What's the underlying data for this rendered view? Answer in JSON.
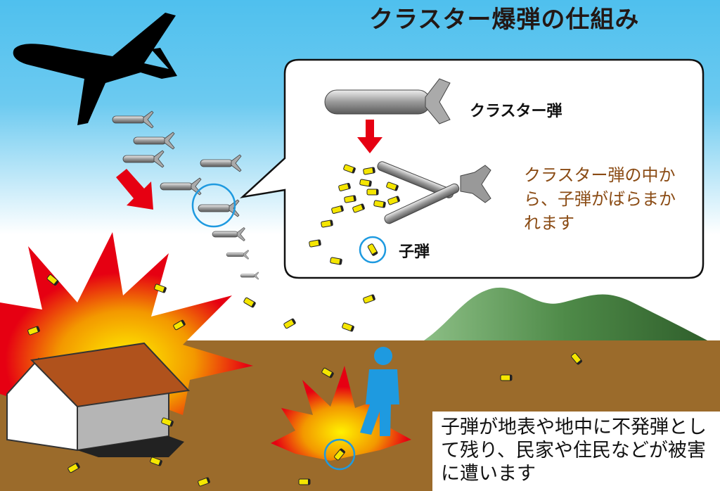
{
  "title": "クラスター爆弾の仕組み",
  "callout": {
    "bomb_label": "クラスター弾",
    "submunition_label": "子弾",
    "note": "クラスター弾の中から、子弾がばらまかれます"
  },
  "bottom_note": "子弾が地表や地中に不発弾として残り、民家や住民などが被害に遭います",
  "colors": {
    "sky": "#4fc0ee",
    "ground": "#9b6b2b",
    "mountain": "#4e8a48",
    "explosion": "#e60012",
    "submunition": "#f5e600",
    "person": "#1e9ae0",
    "arrow": "#e60012",
    "highlight_circle": "#1e9ae0",
    "note_text": "#8a4b14"
  }
}
